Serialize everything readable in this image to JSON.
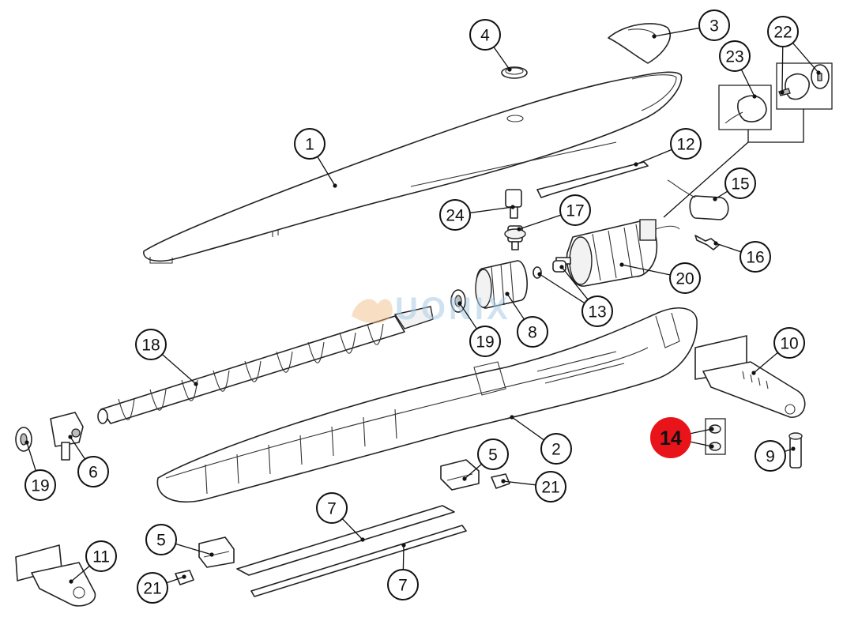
{
  "diagram": {
    "watermark": "UONIX",
    "callouts": [
      {
        "id": "c1",
        "label": "1"
      },
      {
        "id": "c2",
        "label": "2"
      },
      {
        "id": "c3",
        "label": "3"
      },
      {
        "id": "c4",
        "label": "4"
      },
      {
        "id": "c5a",
        "label": "5"
      },
      {
        "id": "c5b",
        "label": "5"
      },
      {
        "id": "c6",
        "label": "6"
      },
      {
        "id": "c7a",
        "label": "7"
      },
      {
        "id": "c7b",
        "label": "7"
      },
      {
        "id": "c8",
        "label": "8"
      },
      {
        "id": "c9",
        "label": "9"
      },
      {
        "id": "c10",
        "label": "10"
      },
      {
        "id": "c11",
        "label": "11"
      },
      {
        "id": "c12",
        "label": "12"
      },
      {
        "id": "c13",
        "label": "13"
      },
      {
        "id": "c14",
        "label": "14",
        "highlighted": true
      },
      {
        "id": "c15",
        "label": "15"
      },
      {
        "id": "c16",
        "label": "16"
      },
      {
        "id": "c17",
        "label": "17"
      },
      {
        "id": "c18",
        "label": "18"
      },
      {
        "id": "c19a",
        "label": "19"
      },
      {
        "id": "c19b",
        "label": "19"
      },
      {
        "id": "c20",
        "label": "20"
      },
      {
        "id": "c21a",
        "label": "21"
      },
      {
        "id": "c21b",
        "label": "21"
      },
      {
        "id": "c22",
        "label": "22"
      },
      {
        "id": "c23",
        "label": "23"
      },
      {
        "id": "c24",
        "label": "24"
      }
    ],
    "colors": {
      "highlight": "#e8141a",
      "line": "#111111",
      "watermark": "#a8cce6"
    }
  }
}
